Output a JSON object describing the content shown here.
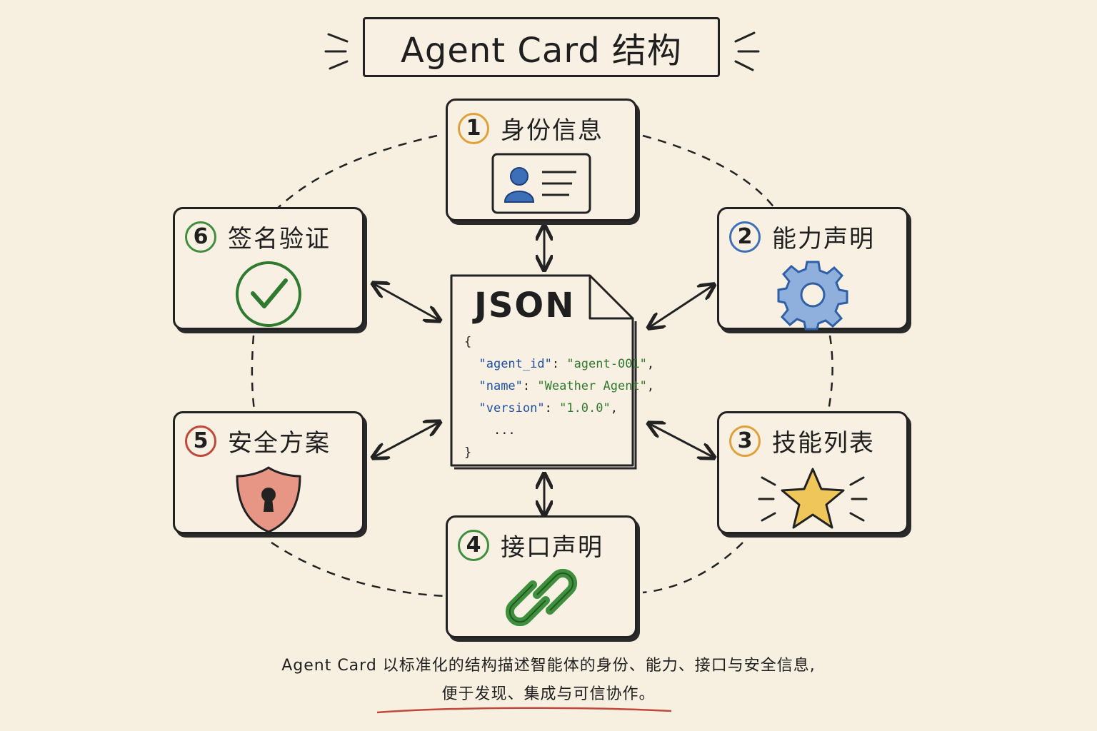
{
  "title": "Agent Card 结构",
  "center": {
    "heading": "JSON",
    "open_brace": "{",
    "lines": [
      {
        "key": "\"agent_id\"",
        "value": "\"agent-001\""
      },
      {
        "key": "\"name\"",
        "value": "\"Weather Agent\""
      },
      {
        "key": "\"version\"",
        "value": "\"1.0.0\""
      }
    ],
    "ellipsis": "...",
    "close_brace": "}"
  },
  "cards": [
    {
      "number": "1",
      "label": "身份信息",
      "icon": "id-card-icon",
      "color": "#e0a13a"
    },
    {
      "number": "2",
      "label": "能力声明",
      "icon": "gear-icon",
      "color": "#3d6fb8"
    },
    {
      "number": "3",
      "label": "技能列表",
      "icon": "star-icon",
      "color": "#e0a13a"
    },
    {
      "number": "4",
      "label": "接口声明",
      "icon": "link-icon",
      "color": "#3f8f3f"
    },
    {
      "number": "5",
      "label": "安全方案",
      "icon": "shield-icon",
      "color": "#c0483a"
    },
    {
      "number": "6",
      "label": "签名验证",
      "icon": "checkmark-icon",
      "color": "#3f8f3f"
    }
  ],
  "caption": {
    "line1": "Agent Card 以标准化的结构描述智能体的身份、能力、接口与安全信息,",
    "line2": "便于发现、集成与可信协作。"
  },
  "colors": {
    "background": "#f7efe0",
    "ink": "#222222",
    "underline": "#c0483a"
  }
}
